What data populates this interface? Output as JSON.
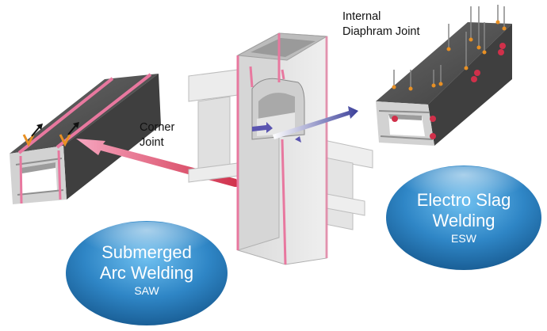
{
  "labels": {
    "corner_joint_line1": "Corner",
    "corner_joint_line2": "Joint",
    "internal_line1": "Internal",
    "internal_line2": "Diaphram Joint"
  },
  "saw": {
    "line1": "Submerged",
    "line2": "Arc Welding",
    "abbr": "SAW"
  },
  "esw": {
    "line1": "Electro Slag",
    "line2": "Welding",
    "abbr": "ESW"
  },
  "colors": {
    "weld_pink": "#e8789f",
    "beam_gray": "#e3e3e3",
    "box_dark": "#4d4d4d",
    "oval_blue": "#2f86c6",
    "arrow_blue": "#3b3f9a",
    "arrow_red": "#d0304a",
    "nozzle_orange": "#e89024"
  },
  "icons": [
    "saw-torch-icon",
    "esw-nozzle-icon",
    "direction-arrow-icon"
  ]
}
